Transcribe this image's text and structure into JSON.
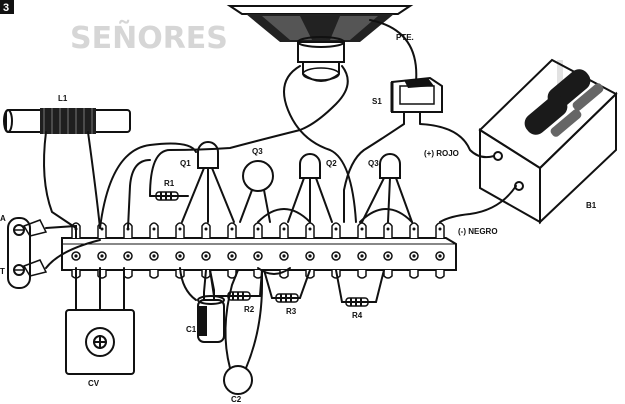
{
  "page_number": "3",
  "background_heading": "SEÑORES",
  "labels": {
    "speaker": "PTE.",
    "switch": "S1",
    "coil": "L1",
    "battery": "B1",
    "positive_lead": "(+) ROJO",
    "negative_lead": "(-) NEGRO",
    "antenna": "A",
    "ground": "T",
    "q1": "Q1",
    "q2": "Q2",
    "q3a": "Q3",
    "q3b": "Q3",
    "r1": "R1",
    "r2": "R2",
    "r3": "R3",
    "r4": "R4",
    "c1": "C1",
    "c2": "C2",
    "cv": "CV"
  }
}
